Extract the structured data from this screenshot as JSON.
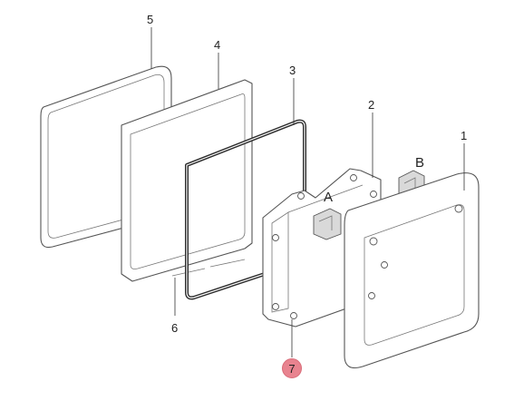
{
  "callouts": {
    "part1": "1",
    "part2": "2",
    "part3": "3",
    "part4": "4",
    "part5": "5",
    "part6": "6",
    "part7": "7"
  },
  "letters": {
    "a": "A",
    "b": "B"
  },
  "highlight_color": "#e8838f"
}
